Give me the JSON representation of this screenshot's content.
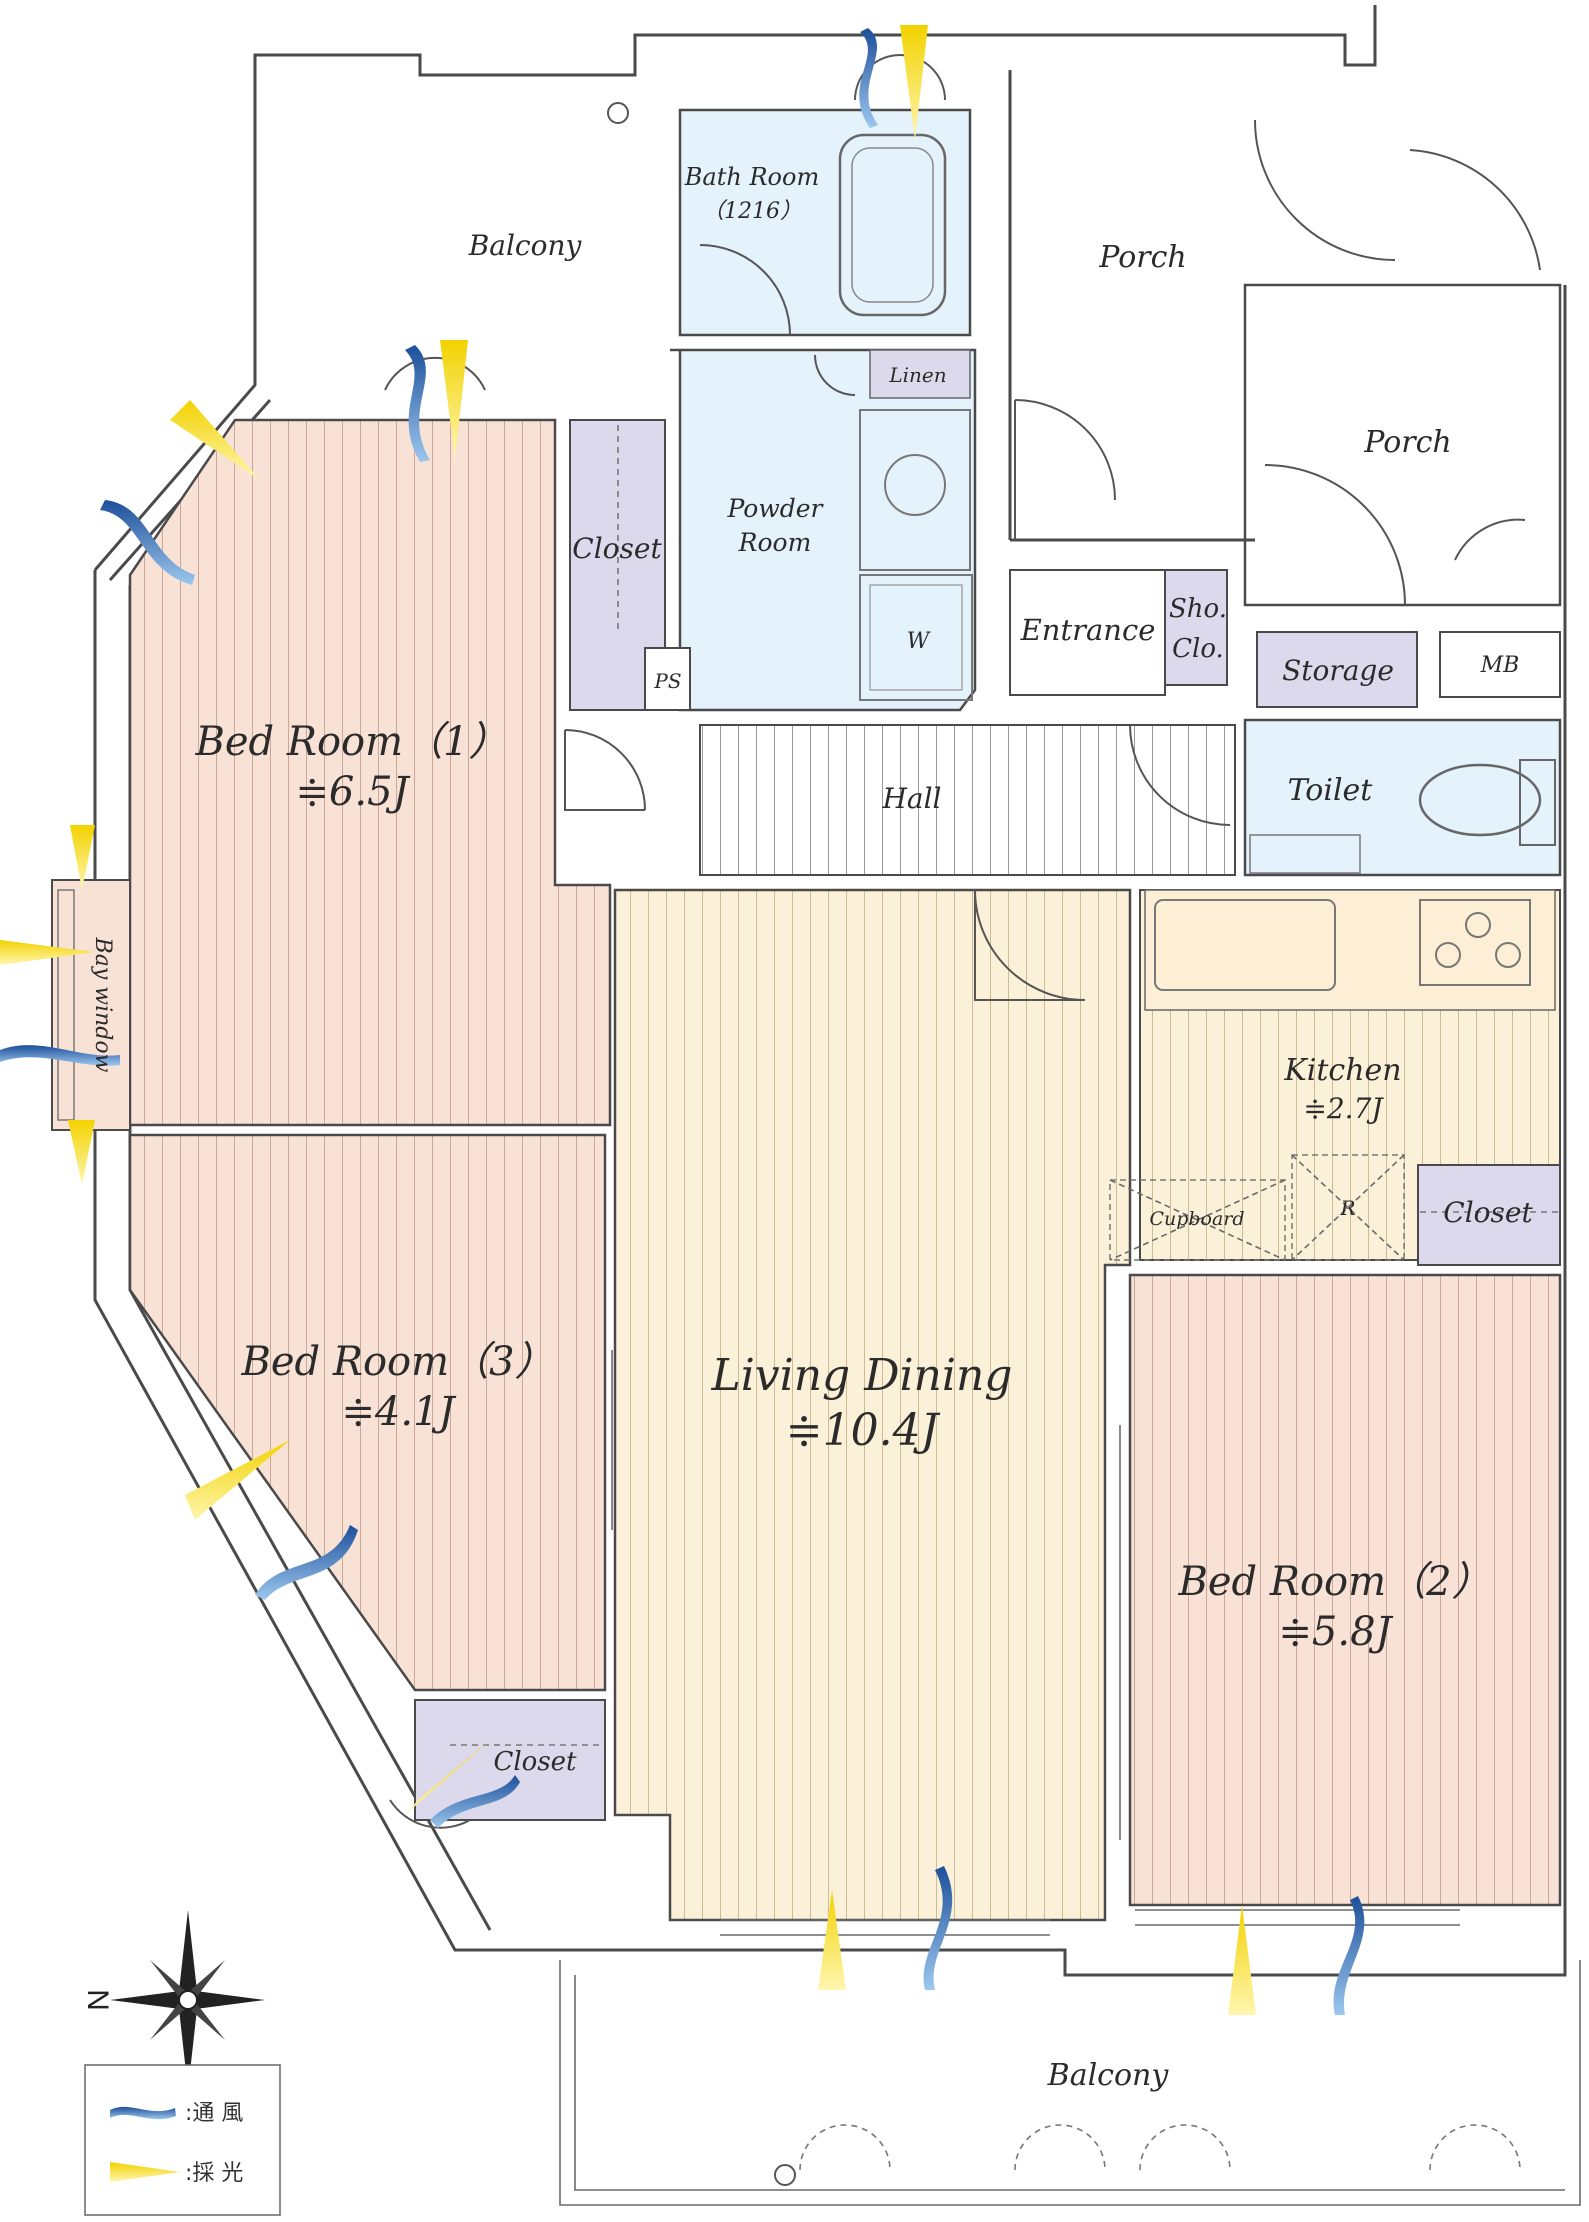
{
  "rooms": {
    "bathroom_name": "Bath Room",
    "bathroom_size": "（1216）",
    "balcony_top": "Balcony",
    "porch_top": "Porch",
    "porch_right": "Porch",
    "linen": "Linen",
    "powder_room_1": "Powder",
    "powder_room_2": "Room",
    "washer": "W",
    "closet_bed1": "Closet",
    "ps": "PS",
    "entrance": "Entrance",
    "shoe_closet_1": "Sho.",
    "shoe_closet_2": "Clo.",
    "storage": "Storage",
    "mb": "MB",
    "hall": "Hall",
    "toilet": "Toilet",
    "bedroom1_name": "Bed Room（1）",
    "bedroom1_size": "≑6.5J",
    "bay_window": "Bay window",
    "kitchen_name": "Kitchen",
    "kitchen_size": "≑2.7J",
    "cupboard": "Cupboard",
    "refrigerator": "R",
    "closet_kitchen": "Closet",
    "bedroom3_name": "Bed Room（3）",
    "bedroom3_size": "≑4.1J",
    "living_name": "Living Dining",
    "living_size": "≑10.4J",
    "bedroom2_name": "Bed Room（2）",
    "bedroom2_size": "≑5.8J",
    "closet_bed3": "Closet",
    "balcony_bottom": "Balcony"
  },
  "compass": {
    "north_label": "N"
  },
  "legend": {
    "ventilation": ":通 風",
    "daylight": ":採 光"
  },
  "colors": {
    "bedroom_floor": "#f8e2d6",
    "living_floor": "#fbf0d8",
    "wet_area": "#e4f2fb",
    "closet": "#dcd9ec",
    "wall": "#4a4a4a",
    "wind_arrow": "#2a6db5",
    "light_arrow": "#f4d400"
  }
}
